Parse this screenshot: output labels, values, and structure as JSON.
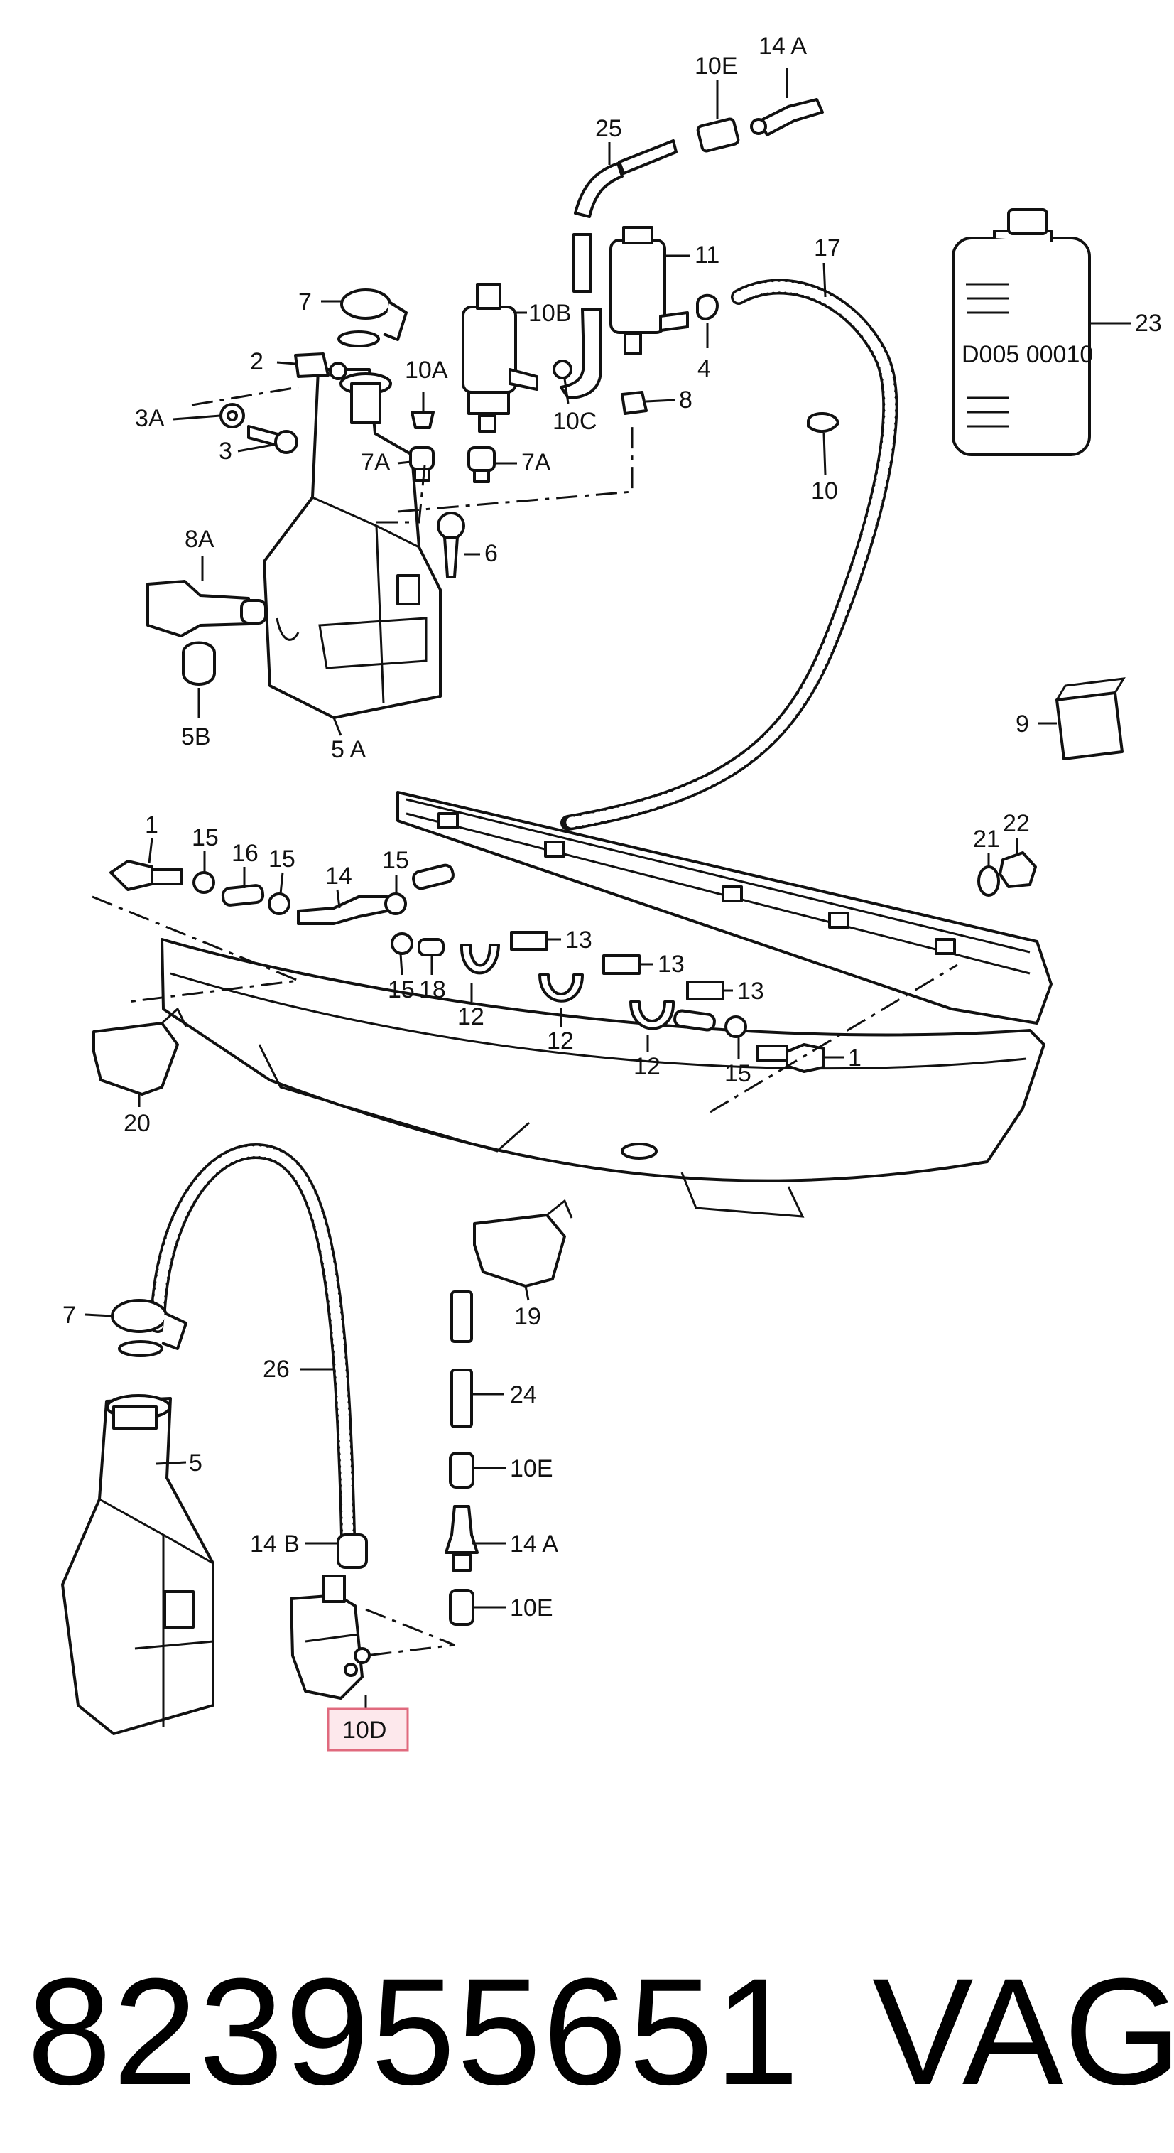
{
  "labels": {
    "l14A_top": "14 A",
    "l10E_top": "10E",
    "l25": "25",
    "l11": "11",
    "l17": "17",
    "l23": "23",
    "l7_top": "7",
    "l10B": "10B",
    "l2": "2",
    "l10A": "10A",
    "l3A": "3A",
    "l3": "3",
    "l7A_left": "7A",
    "l7A_right": "7A",
    "l10C": "10C",
    "l4": "4",
    "l8": "8",
    "l10_mid": "10",
    "l6": "6",
    "l8A": "8A",
    "l5B": "5B",
    "l5A": "5 A",
    "l9": "9",
    "l22": "22",
    "l21": "21",
    "l1_left": "1",
    "l15_a": "15",
    "l16": "16",
    "l15_b": "15",
    "l14_mid": "14",
    "l15_c": "15",
    "l13_a": "13",
    "l13_b": "13",
    "l13_c": "13",
    "l15_d": "15",
    "l18": "18",
    "l12_a": "12",
    "l12_b": "12",
    "l12_c": "12",
    "l15_e": "15",
    "l1_right": "1",
    "l20": "20",
    "l19": "19",
    "l7_bottom": "7",
    "l26": "26",
    "l24": "24",
    "l5": "5",
    "l10E_mid": "10E",
    "l14B": "14 B",
    "l14A_bottom": "14 A",
    "l10E_bottom": "10E",
    "l10D": "10D"
  },
  "bottle_text": "D005 00010",
  "highlight_color": "#e06a7e",
  "footer": {
    "part_number": "823955651",
    "brand": "VAG"
  }
}
